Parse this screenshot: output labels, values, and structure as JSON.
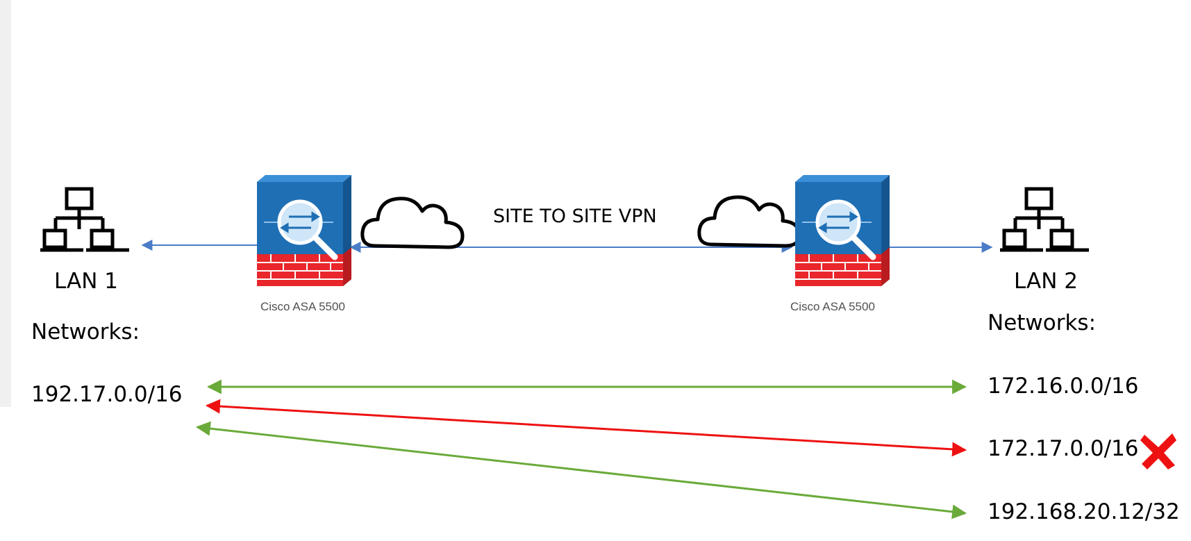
{
  "vpn": {
    "label": "SITE TO SITE VPN",
    "link_color": "#4a7cc7"
  },
  "lan1": {
    "label": "LAN 1",
    "networks_header": "Networks:",
    "networks": [
      "192.17.0.0/16"
    ]
  },
  "lan2": {
    "label": "LAN 2",
    "networks_header": "Networks:",
    "networks": [
      "172.16.0.0/16",
      "172.17.0.0/16",
      "192.168.20.12/32"
    ]
  },
  "firewall_left": {
    "label": "Cisco ASA 5500",
    "icon": "cisco-asa-firewall-icon"
  },
  "firewall_right": {
    "label": "Cisco ASA 5500",
    "icon": "cisco-asa-firewall-icon"
  },
  "colors": {
    "allowed": "#6aaa3a",
    "blocked": "#ee1111",
    "asa_blue": "#1f6fb5",
    "asa_brick": "#e8262b"
  },
  "flows": [
    {
      "from": "192.17.0.0/16",
      "to": "172.16.0.0/16",
      "status": "allowed"
    },
    {
      "from": "192.17.0.0/16",
      "to": "172.17.0.0/16",
      "status": "blocked"
    },
    {
      "from": "192.17.0.0/16",
      "to": "192.168.20.12/32",
      "status": "allowed"
    }
  ]
}
